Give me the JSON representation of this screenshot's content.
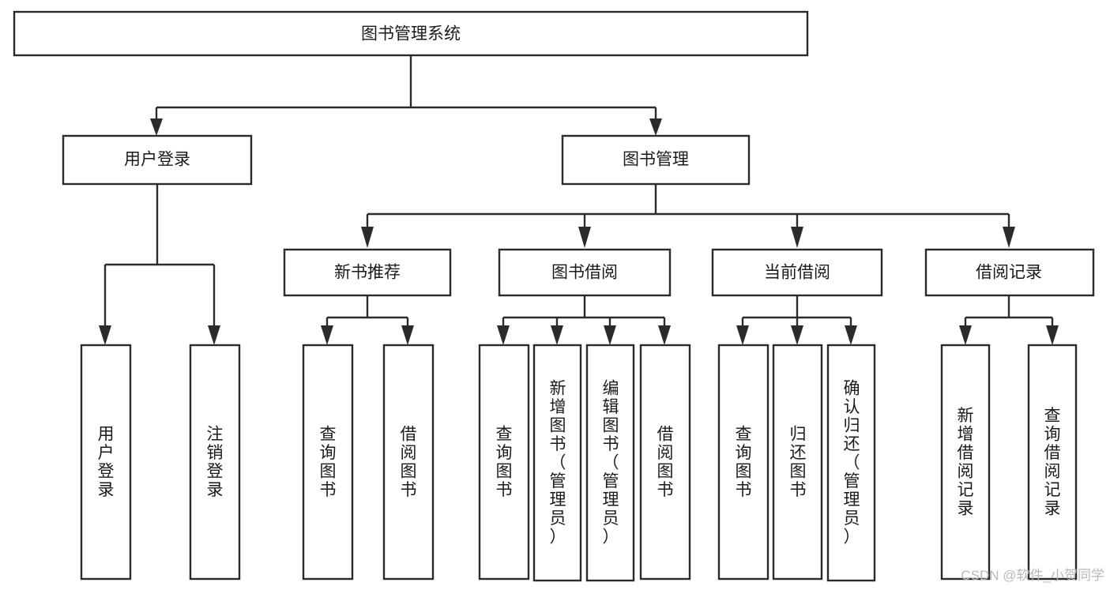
{
  "diagram": {
    "type": "hierarchy-tree",
    "title": "图书管理系统",
    "root": {
      "id": "root",
      "label": "图书管理系统",
      "orientation": "horizontal"
    },
    "level1": [
      {
        "id": "user-login",
        "label": "用户登录",
        "orientation": "horizontal"
      },
      {
        "id": "book-management",
        "label": "图书管理",
        "orientation": "horizontal"
      }
    ],
    "level2": [
      {
        "id": "new-book-recommend",
        "label": "新书推荐",
        "parent": "book-management",
        "orientation": "horizontal"
      },
      {
        "id": "book-borrow",
        "label": "图书借阅",
        "parent": "book-management",
        "orientation": "horizontal"
      },
      {
        "id": "current-borrow",
        "label": "当前借阅",
        "parent": "book-management",
        "orientation": "horizontal"
      },
      {
        "id": "borrow-record",
        "label": "借阅记录",
        "parent": "book-management",
        "orientation": "horizontal"
      }
    ],
    "leaves": [
      {
        "id": "leaf-user-login",
        "label": "用户登录",
        "parent": "user-login",
        "orientation": "vertical"
      },
      {
        "id": "leaf-logout",
        "label": "注销登录",
        "parent": "user-login",
        "orientation": "vertical"
      },
      {
        "id": "leaf-query-book-1",
        "label": "查询图书",
        "parent": "new-book-recommend",
        "orientation": "vertical"
      },
      {
        "id": "leaf-borrow-book-1",
        "label": "借阅图书",
        "parent": "new-book-recommend",
        "orientation": "vertical"
      },
      {
        "id": "leaf-query-book-2",
        "label": "查询图书",
        "parent": "book-borrow",
        "orientation": "vertical"
      },
      {
        "id": "leaf-add-book",
        "label": "新增图书（管理员）",
        "parent": "book-borrow",
        "orientation": "vertical"
      },
      {
        "id": "leaf-edit-book",
        "label": "编辑图书（管理员）",
        "parent": "book-borrow",
        "orientation": "vertical"
      },
      {
        "id": "leaf-borrow-book-2",
        "label": "借阅图书",
        "parent": "book-borrow",
        "orientation": "vertical"
      },
      {
        "id": "leaf-query-book-3",
        "label": "查询图书",
        "parent": "current-borrow",
        "orientation": "vertical"
      },
      {
        "id": "leaf-return-book",
        "label": "归还图书",
        "parent": "current-borrow",
        "orientation": "vertical"
      },
      {
        "id": "leaf-confirm-return",
        "label": "确认归还（管理员）",
        "parent": "current-borrow",
        "orientation": "vertical"
      },
      {
        "id": "leaf-add-record",
        "label": "新增借阅记录",
        "parent": "borrow-record",
        "orientation": "vertical"
      },
      {
        "id": "leaf-query-record",
        "label": "查询借阅记录",
        "parent": "borrow-record",
        "orientation": "vertical"
      }
    ],
    "watermark": "CSDN @软件_小贺同学",
    "colors": {
      "box_stroke": "#2b2b2b",
      "box_fill": "#ffffff",
      "text": "#1a1a1a",
      "connector": "#2b2b2b",
      "watermark": "#b8b8b8",
      "background": "#ffffff"
    }
  }
}
